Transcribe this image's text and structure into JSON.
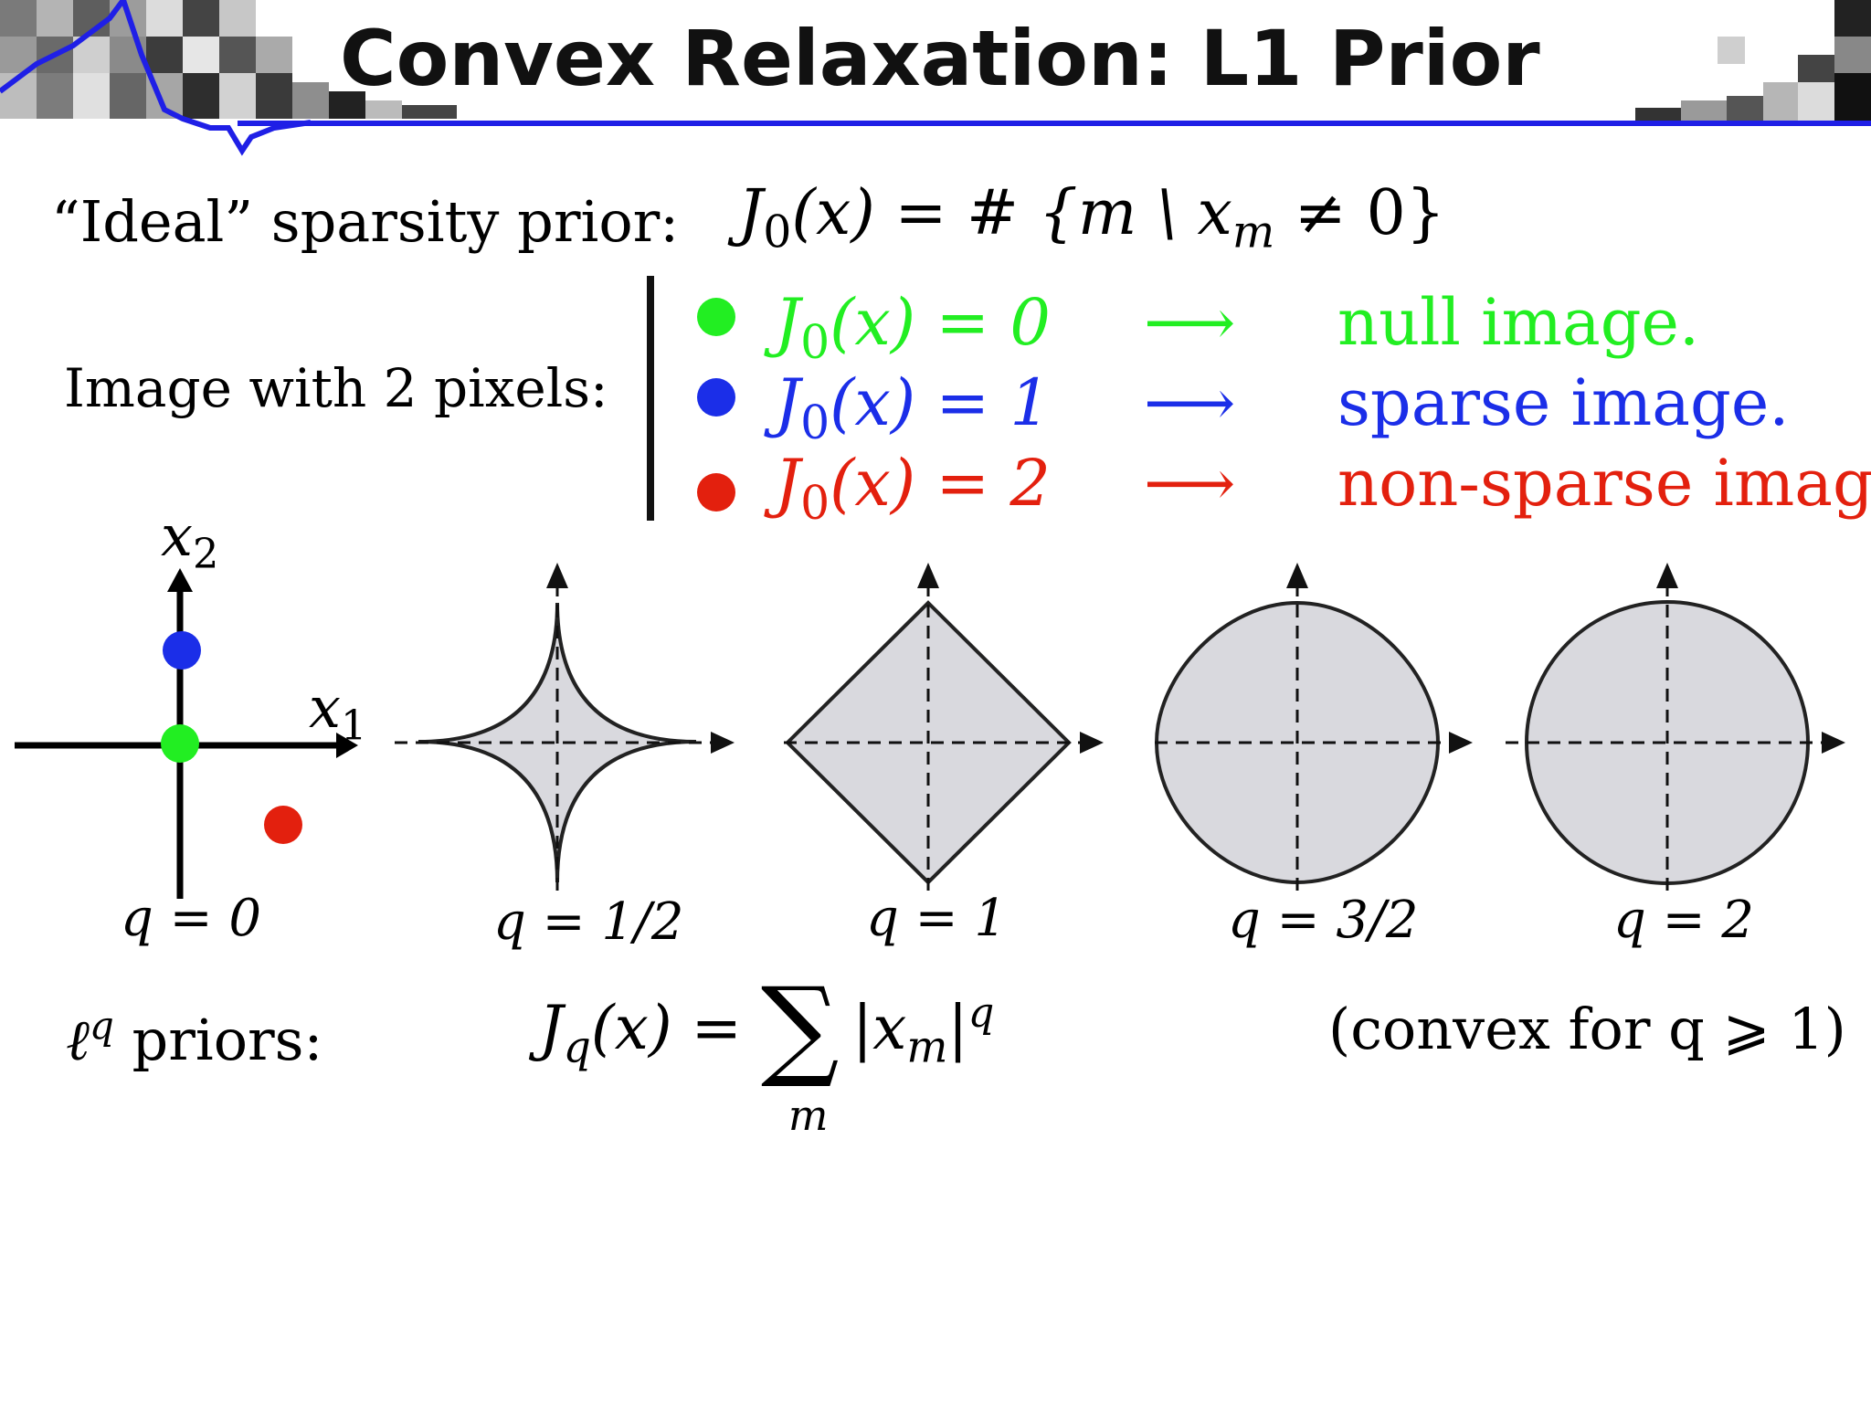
{
  "slide": {
    "title": "Convex Relaxation: L1 Prior"
  },
  "ideal": {
    "label": "“Ideal” sparsity prior:",
    "formula_lhs": "J",
    "formula_lhs_sub": "0",
    "formula_rest": "(x) = # {m \\ x",
    "formula_sub": "m",
    "formula_end": " ≠ 0}"
  },
  "image_block": {
    "label": "Image with 2 pixels:",
    "items": [
      {
        "fn": "J",
        "sub": "0",
        "eq": "(x) = 0",
        "arrow": "⟶",
        "desc": "null image.",
        "color": "#22ee22"
      },
      {
        "fn": "J",
        "sub": "0",
        "eq": "(x) = 1",
        "arrow": "⟶",
        "desc": "sparse image.",
        "color": "#1b2ee8"
      },
      {
        "fn": "J",
        "sub": "0",
        "eq": "(x) = 2",
        "arrow": "⟶",
        "desc": "non-sparse image.",
        "color": "#e3200e"
      }
    ]
  },
  "axes": {
    "x1": "x",
    "x1_sub": "1",
    "x2": "x",
    "x2_sub": "2"
  },
  "balls": [
    {
      "q_label": "q = 0",
      "shape": "points"
    },
    {
      "q_label": "q = 1/2",
      "shape": "astroid"
    },
    {
      "q_label": "q = 1",
      "shape": "diamond"
    },
    {
      "q_label": "q = 3/2",
      "shape": "superellipse"
    },
    {
      "q_label": "q = 2",
      "shape": "circle"
    }
  ],
  "lq": {
    "label_sym": "ℓ",
    "label_sup": "q",
    "label_rest": " priors:",
    "fn": "J",
    "fn_sub": "q",
    "eq": "(x) = ",
    "sum": "∑",
    "sum_index": "m",
    "term": "|x",
    "term_sub": "m",
    "term_end": "|",
    "term_sup": "q",
    "note": "(convex for q ⩾ 1)"
  },
  "colors": {
    "accent_rule": "#1f1fe6",
    "null": "#22ee22",
    "sparse": "#1b2ee8",
    "nonsparse": "#e3200e",
    "ball_fill": "#d9d9de"
  }
}
